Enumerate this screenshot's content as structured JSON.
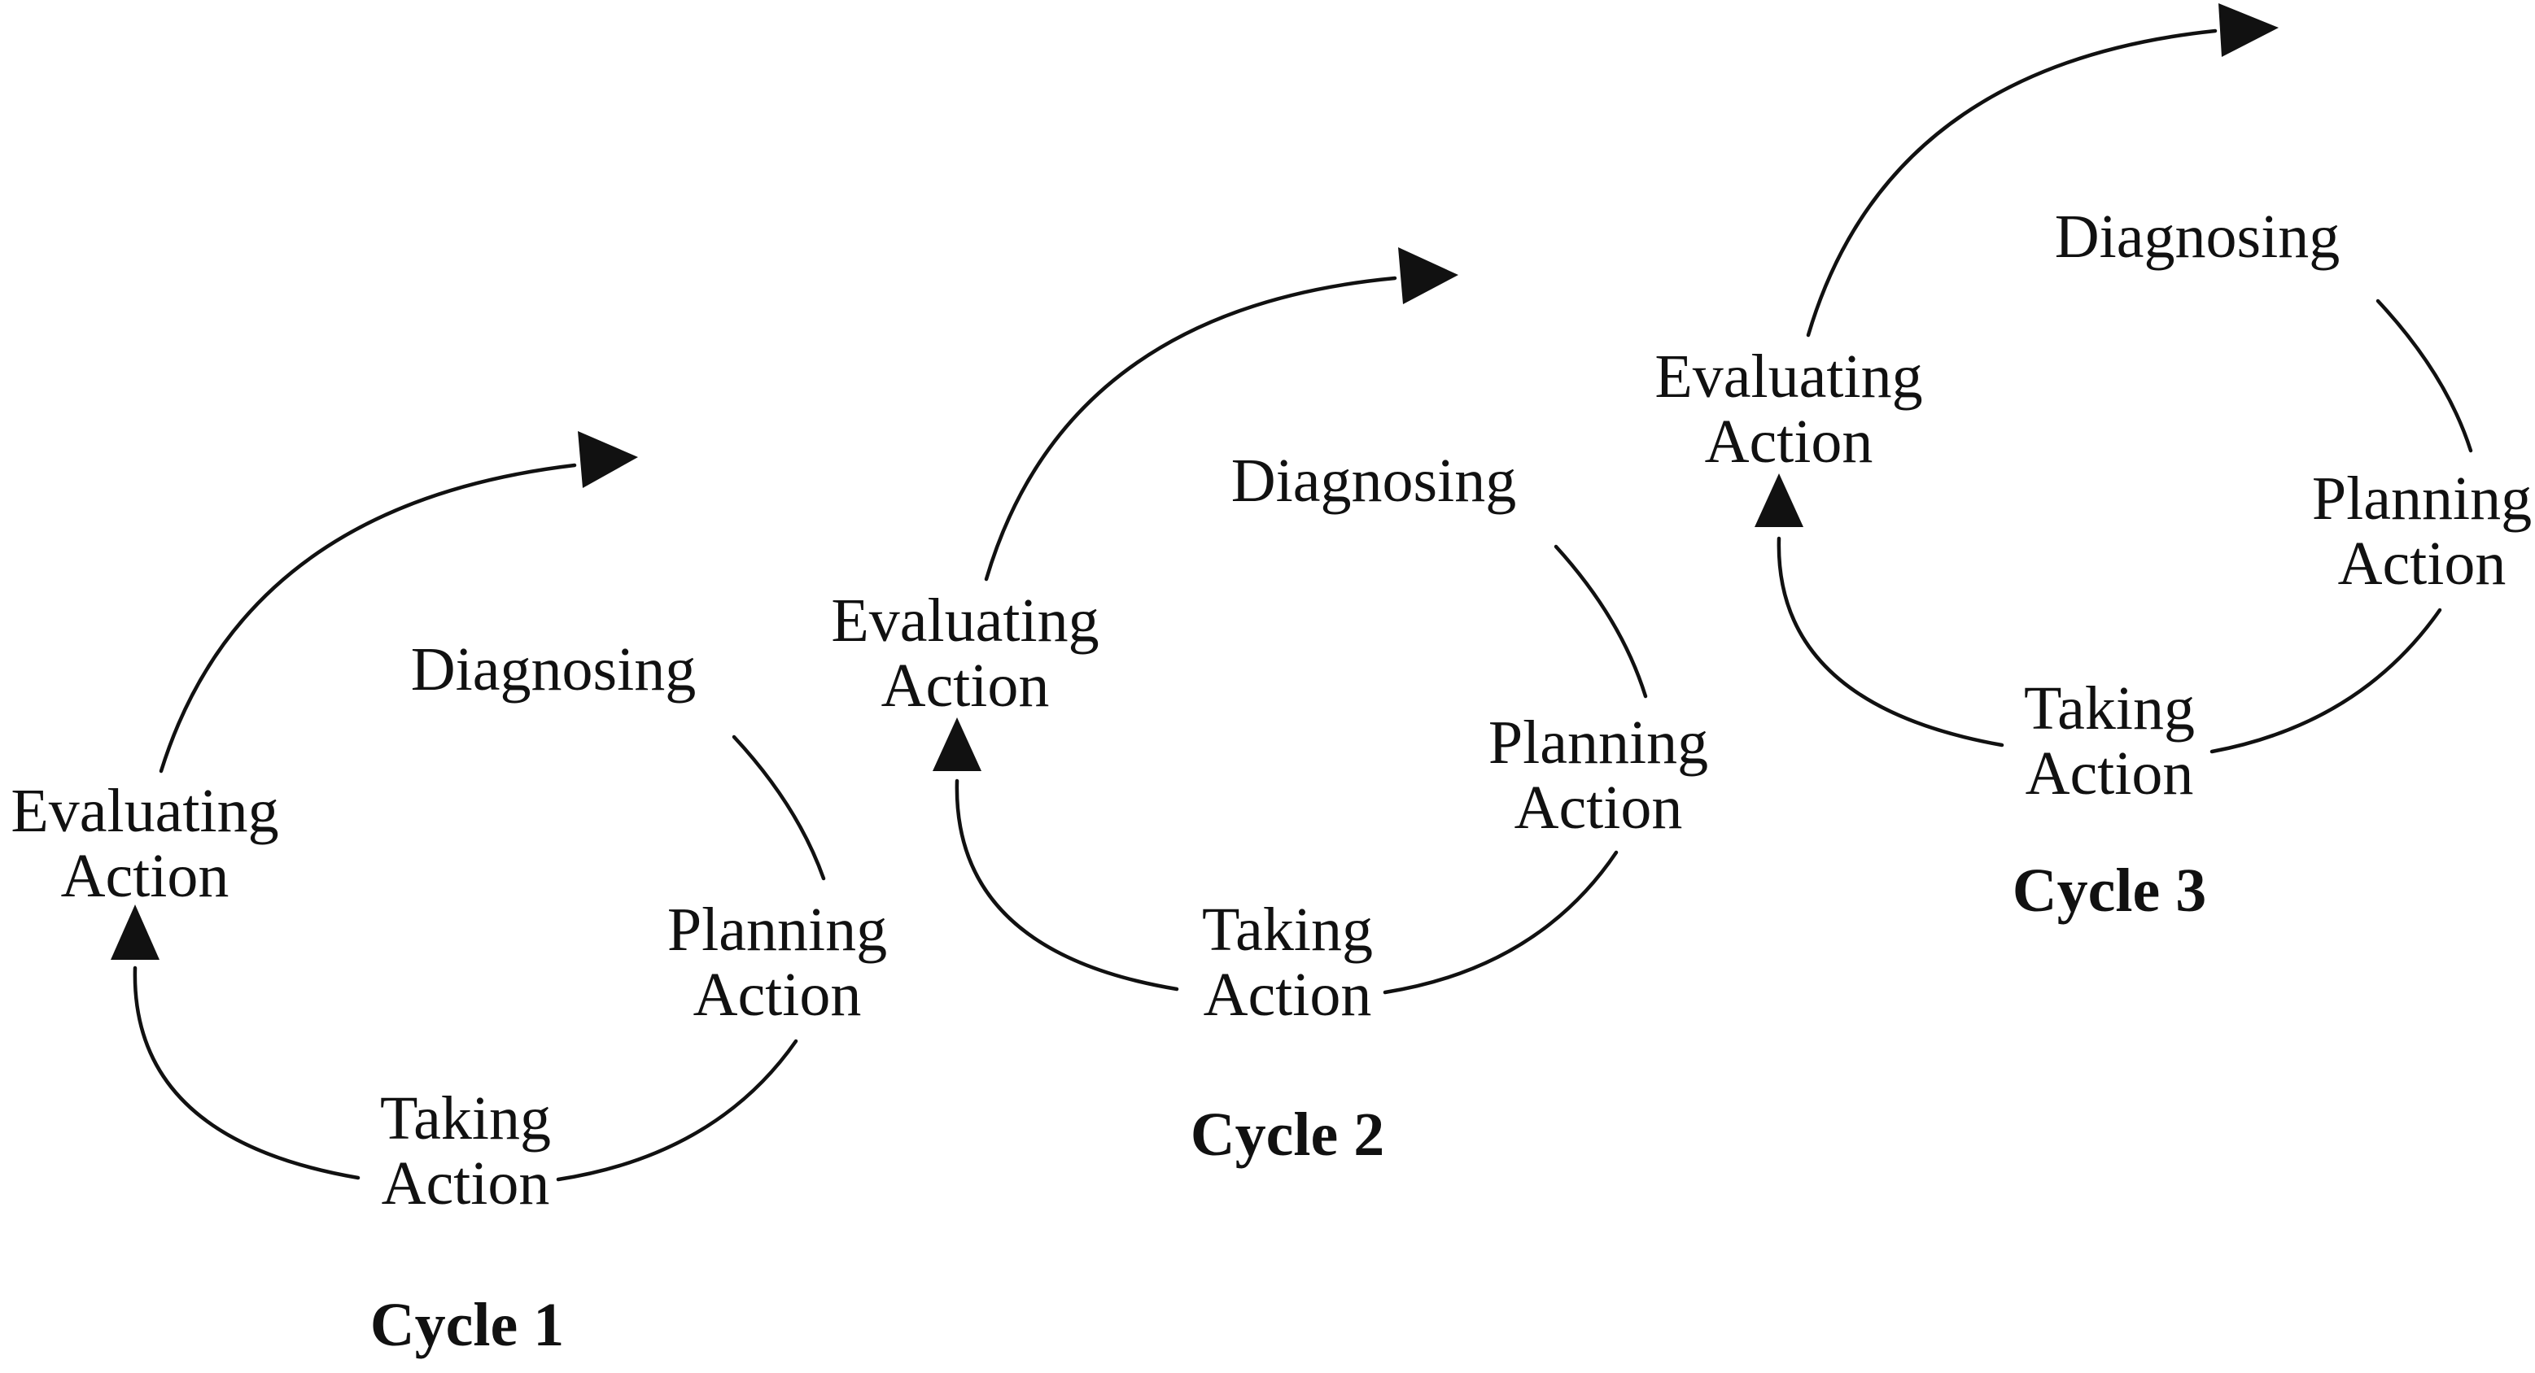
{
  "cycles": [
    {
      "title": "Cycle 1",
      "stages": {
        "diagnosing": "Diagnosing",
        "planning": [
          "Planning",
          "Action"
        ],
        "taking": [
          "Taking",
          "Action"
        ],
        "evaluating": [
          "Evaluating",
          "Action"
        ]
      }
    },
    {
      "title": "Cycle 2",
      "stages": {
        "diagnosing": "Diagnosing",
        "planning": [
          "Planning",
          "Action"
        ],
        "taking": [
          "Taking",
          "Action"
        ],
        "evaluating": [
          "Evaluating",
          "Action"
        ]
      }
    },
    {
      "title": "Cycle 3",
      "stages": {
        "diagnosing": "Diagnosing",
        "planning": [
          "Planning",
          "Action"
        ],
        "taking": [
          "Taking",
          "Action"
        ],
        "evaluating": [
          "Evaluating",
          "Action"
        ]
      }
    }
  ],
  "colors": {
    "ink": "#111111",
    "background": "#ffffff"
  }
}
